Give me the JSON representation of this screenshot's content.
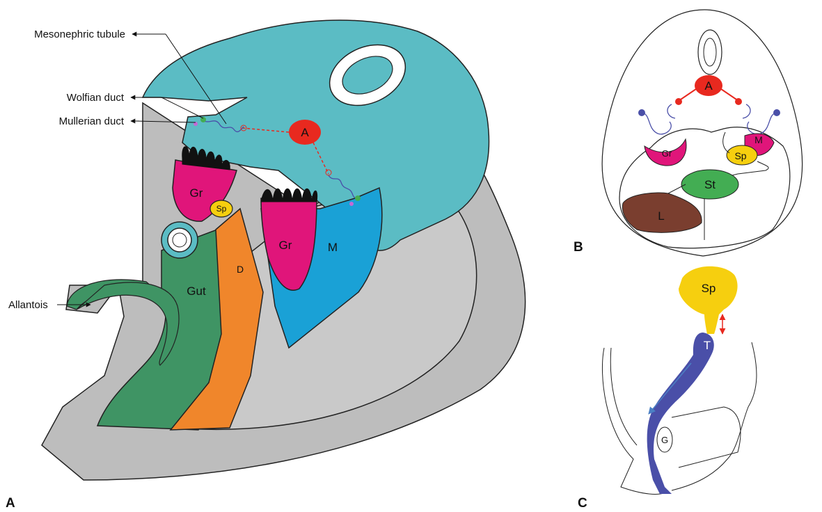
{
  "colors": {
    "body": "#5bbcc4",
    "wall": "#bdbdbd",
    "gut": "#3f9464",
    "d": "#f0862b",
    "gr": "#e0157a",
    "m": "#1aa1d6",
    "a": "#e8291f",
    "sp": "#f6cf0f",
    "t_tube": "#4a4fa8",
    "liver": "#7a3e2f",
    "stomach": "#43ad53"
  },
  "panel_a": {
    "label": "A",
    "callouts": {
      "mesonephric_tubule": "Mesonephric tubule",
      "wolfian_duct": "Wolfian duct",
      "mullerian_duct": "Mullerian duct",
      "allantois": "Allantois"
    },
    "organs": {
      "a": "A",
      "gr_left": "Gr",
      "sp": "Sp",
      "gr_right": "Gr",
      "m": "M",
      "gut": "Gut",
      "d": "D"
    }
  },
  "panel_b": {
    "label": "B",
    "organs": {
      "a": "A",
      "gr": "Gr",
      "m": "M",
      "sp": "Sp",
      "st": "St",
      "l": "L"
    }
  },
  "panel_c": {
    "label": "C",
    "organs": {
      "sp": "Sp",
      "t": "T",
      "g": "G"
    }
  }
}
